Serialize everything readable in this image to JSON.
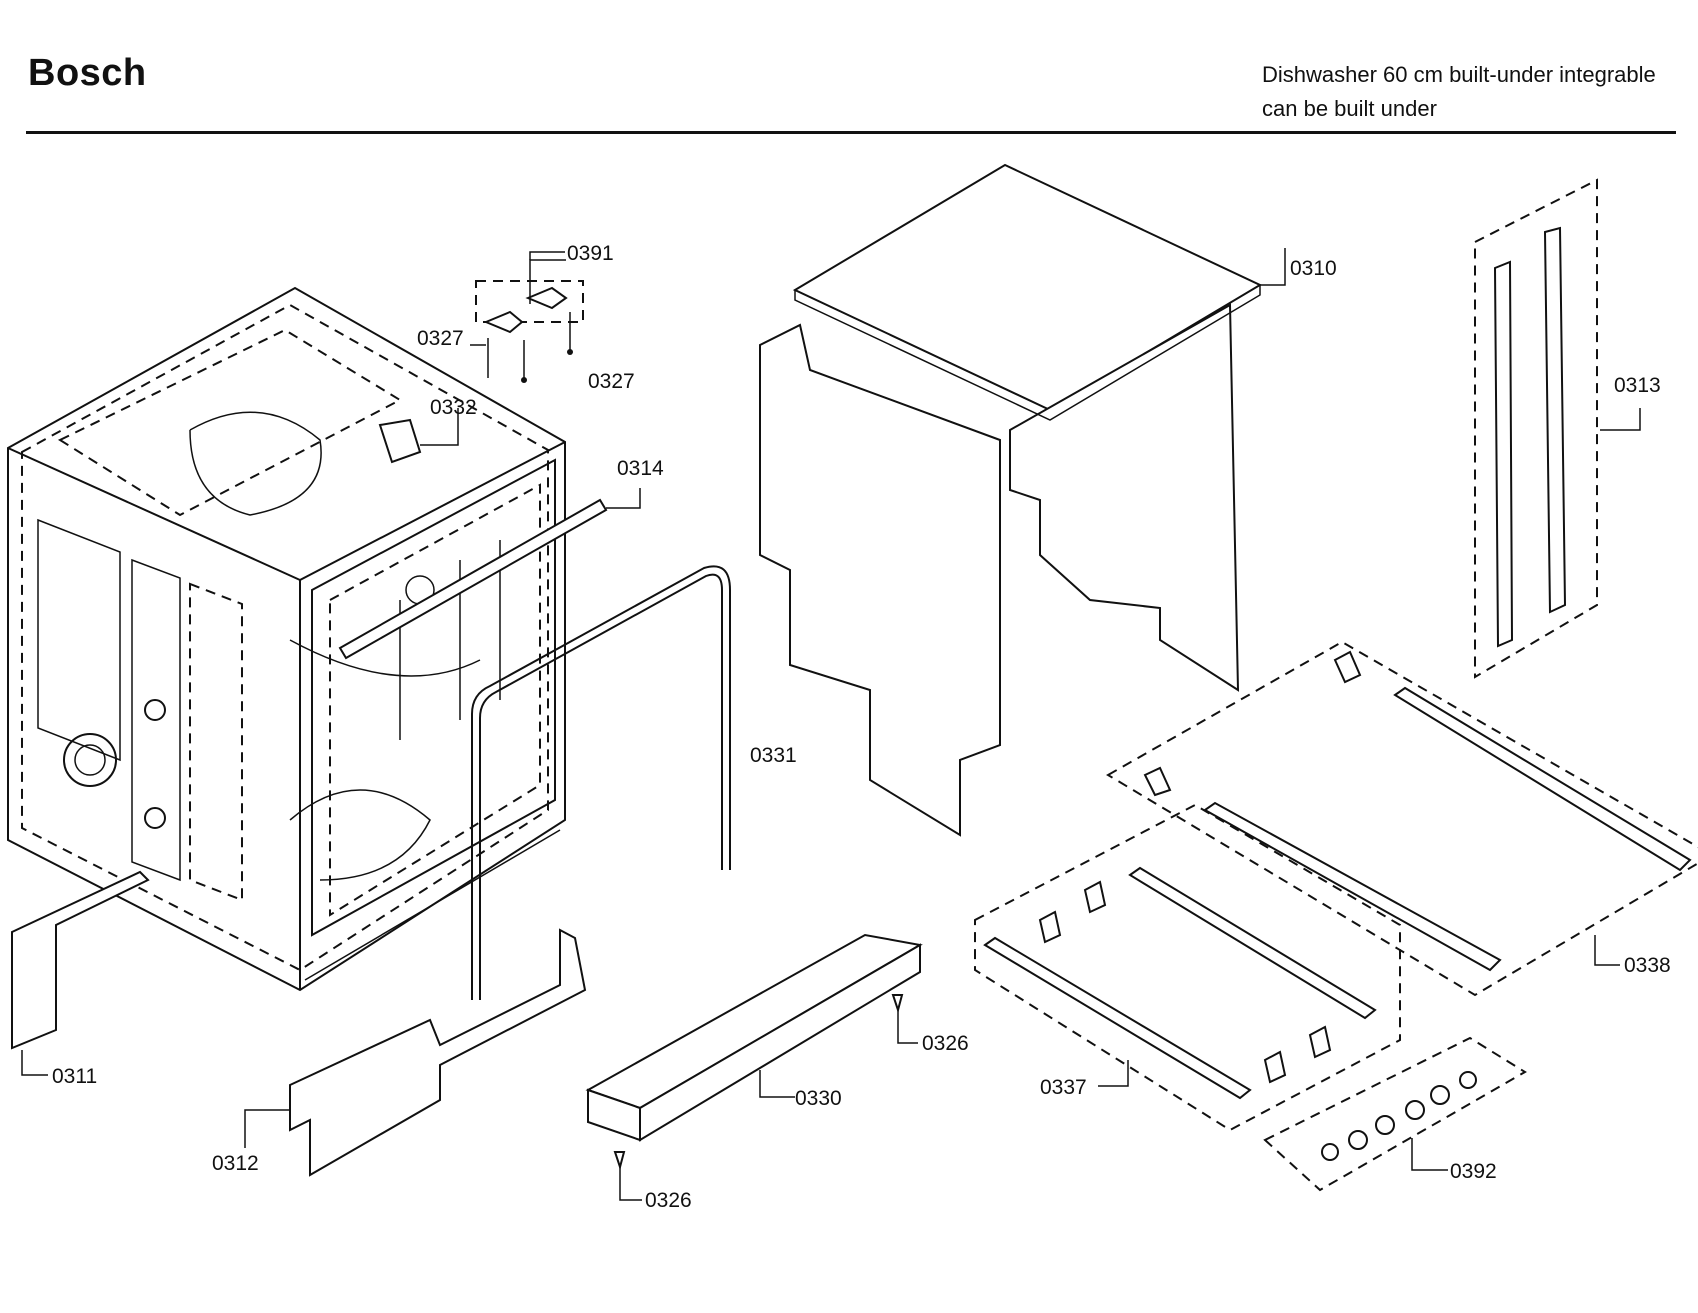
{
  "header": {
    "brand": "Bosch",
    "description_line1": "Dishwasher 60 cm built-under integrable",
    "description_line2": "can be built under"
  },
  "callouts": [
    "0391",
    "0327",
    "0327",
    "0332",
    "0314",
    "0310",
    "0313",
    "0331",
    "0311",
    "0312",
    "0330",
    "0326",
    "0326",
    "0337",
    "0338",
    "0392"
  ]
}
